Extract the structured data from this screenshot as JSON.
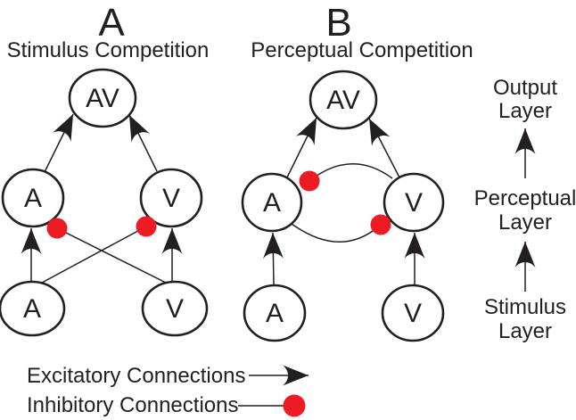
{
  "figure": {
    "background": "#ffffff",
    "line_color": "#231f20",
    "inhibitory_color": "#ed1c24"
  },
  "panels": {
    "a": {
      "label": "A",
      "title": "Stimulus Competition",
      "output_node": "AV",
      "perceptual_nodes": [
        "A",
        "V"
      ],
      "stimulus_nodes": [
        "A",
        "V"
      ]
    },
    "b": {
      "label": "B",
      "title": "Perceptual Competition",
      "output_node": "AV",
      "perceptual_nodes": [
        "A",
        "V"
      ],
      "stimulus_nodes": [
        "A",
        "V"
      ]
    }
  },
  "layer_labels": {
    "output": [
      "Output",
      "Layer"
    ],
    "perceptual": [
      "Perceptual",
      "Layer"
    ],
    "stimulus": [
      "Stimulus",
      "Layer"
    ]
  },
  "legend": {
    "excitatory_label": "Excitatory Connections",
    "inhibitory_label": "Inhibitory Connections"
  }
}
